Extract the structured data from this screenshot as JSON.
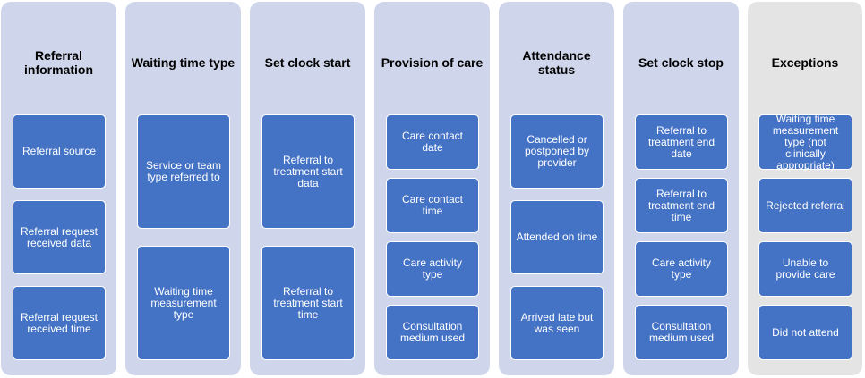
{
  "columns": [
    {
      "title": "Referral information",
      "items": [
        "Referral source",
        "Referral request received data",
        "Referral request received time"
      ]
    },
    {
      "title": "Waiting time type",
      "items": [
        "Service or team type referred to",
        "Waiting time measurement type"
      ]
    },
    {
      "title": "Set clock start",
      "items": [
        "Referral to treatment start data",
        "Referral to treatment start time"
      ]
    },
    {
      "title": "Provision of care",
      "items": [
        "Care contact date",
        "Care contact time",
        "Care activity type",
        "Consultation medium used"
      ]
    },
    {
      "title": "Attendance status",
      "items": [
        "Cancelled or postponed by provider",
        "Attended on time",
        "Arrived late but was seen"
      ]
    },
    {
      "title": "Set clock stop",
      "items": [
        "Referral to treatment end date",
        "Referral to treatment end time",
        "Care activity type",
        "Consultation medium used"
      ]
    },
    {
      "title": "Exceptions",
      "items": [
        "Waiting time measurement type (not clinically appropriate)",
        "Rejected referral",
        "Unable to provide care",
        "Did not attend"
      ]
    }
  ],
  "colors": {
    "column_bg": "#cfd5ea",
    "exceptions_bg": "#e4e4e4",
    "box_fill": "#4472c4",
    "box_text": "#ffffff"
  }
}
